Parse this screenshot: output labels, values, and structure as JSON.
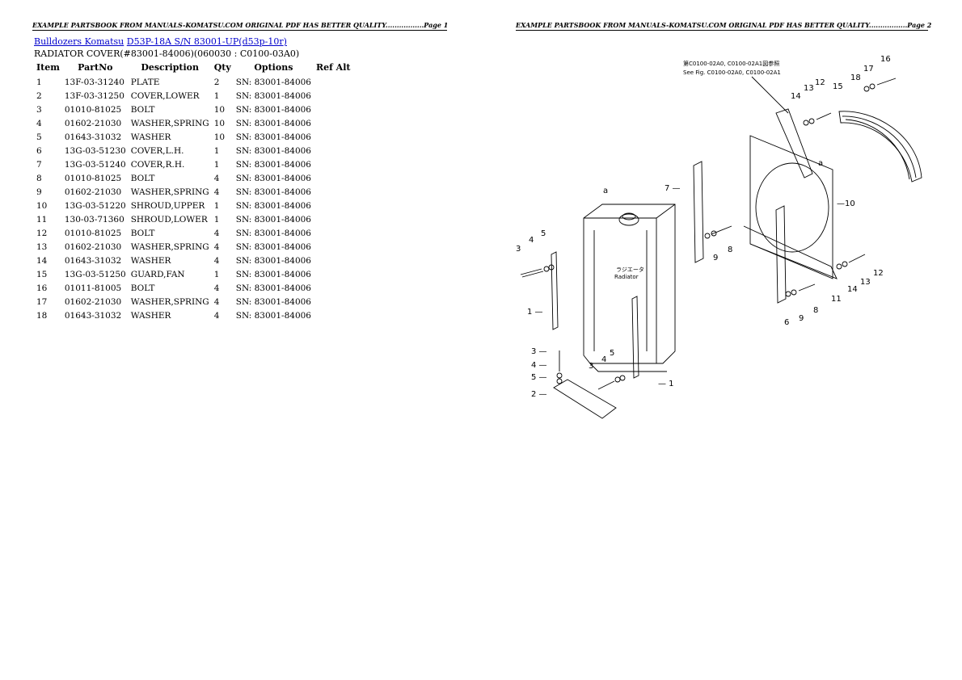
{
  "header": {
    "page1": "EXAMPLE PARTSBOOK FROM MANUALS-KOMATSU.COM ORIGINAL PDF HAS BETTER QUALITY.................Page 1",
    "page2": "EXAMPLE PARTSBOOK FROM MANUALS-KOMATSU.COM ORIGINAL PDF HAS BETTER QUALITY.................Page 2"
  },
  "breadcrumb": {
    "link1": "Bulldozers Komatsu",
    "link2": "D53P-18A S/N 83001-UP(d53p-10r)"
  },
  "subtitle": "RADIATOR COVER(#83001-84006)(060030 : C0100-03A0)",
  "table": {
    "headers": [
      "Item",
      "PartNo",
      "Description",
      "Qty",
      "Options",
      "Ref Alt"
    ],
    "rows": [
      [
        "1",
        "13F-03-31240",
        "PLATE",
        "2",
        "SN: 83001-84006",
        ""
      ],
      [
        "2",
        "13F-03-31250",
        "COVER,LOWER",
        "1",
        "SN: 83001-84006",
        ""
      ],
      [
        "3",
        "01010-81025",
        "BOLT",
        "10",
        "SN: 83001-84006",
        ""
      ],
      [
        "4",
        "01602-21030",
        "WASHER,SPRING",
        "10",
        "SN: 83001-84006",
        ""
      ],
      [
        "5",
        "01643-31032",
        "WASHER",
        "10",
        "SN: 83001-84006",
        ""
      ],
      [
        "6",
        "13G-03-51230",
        "COVER,L.H.",
        "1",
        "SN: 83001-84006",
        ""
      ],
      [
        "7",
        "13G-03-51240",
        "COVER,R.H.",
        "1",
        "SN: 83001-84006",
        ""
      ],
      [
        "8",
        "01010-81025",
        "BOLT",
        "4",
        "SN: 83001-84006",
        ""
      ],
      [
        "9",
        "01602-21030",
        "WASHER,SPRING",
        "4",
        "SN: 83001-84006",
        ""
      ],
      [
        "10",
        "13G-03-51220",
        "SHROUD,UPPER",
        "1",
        "SN: 83001-84006",
        ""
      ],
      [
        "11",
        "130-03-71360",
        "SHROUD,LOWER",
        "1",
        "SN: 83001-84006",
        ""
      ],
      [
        "12",
        "01010-81025",
        "BOLT",
        "4",
        "SN: 83001-84006",
        ""
      ],
      [
        "13",
        "01602-21030",
        "WASHER,SPRING",
        "4",
        "SN: 83001-84006",
        ""
      ],
      [
        "14",
        "01643-31032",
        "WASHER",
        "4",
        "SN: 83001-84006",
        ""
      ],
      [
        "15",
        "13G-03-51250",
        "GUARD,FAN",
        "1",
        "SN: 83001-84006",
        ""
      ],
      [
        "16",
        "01011-81005",
        "BOLT",
        "4",
        "SN: 83001-84006",
        ""
      ],
      [
        "17",
        "01602-21030",
        "WASHER,SPRING",
        "4",
        "SN: 83001-84006",
        ""
      ],
      [
        "18",
        "01643-31032",
        "WASHER",
        "4",
        "SN: 83001-84006",
        ""
      ]
    ]
  },
  "diagram": {
    "note_line1": "第C0100-02A0, C0100-02A1図参照",
    "note_line2": "See Fig. C0100-02A0, C0100-02A1",
    "radiator_label_jp": "ラジエータ",
    "radiator_label_en": "Radiator",
    "callouts": [
      "1",
      "2",
      "3",
      "4",
      "5",
      "6",
      "7",
      "8",
      "9",
      "10",
      "11",
      "12",
      "13",
      "14",
      "15",
      "16",
      "17",
      "18",
      "a"
    ]
  }
}
